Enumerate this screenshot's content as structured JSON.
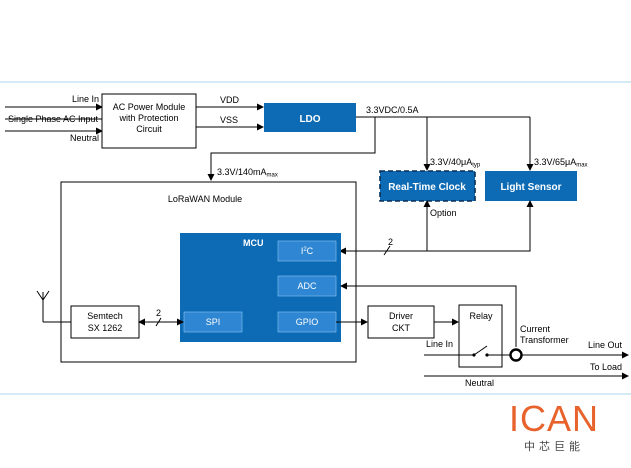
{
  "diagram": {
    "inputs": {
      "line_in": "Line In",
      "single_phase": "Single Phase AC Input",
      "neutral": "Neutral"
    },
    "ac_module": {
      "line1": "AC Power Module",
      "line2": "with Protection",
      "line3": "Circuit"
    },
    "vdd": "VDD",
    "vss": "VSS",
    "ldo": "LDO",
    "ldo_output": "3.3VDC/0.5A",
    "rtc": {
      "label": "Real-Time Clock",
      "supply_main": "3.3V/40μA",
      "supply_sub": "typ",
      "option": "Option"
    },
    "light_sensor": {
      "label": "Light Sensor",
      "supply_main": "3.3V/65μA",
      "supply_sub": "max"
    },
    "lorawan": {
      "supply_main": "3.3V/140mA",
      "supply_sub": "max",
      "title": "LoRaWAN Module"
    },
    "mcu": {
      "title": "MCU",
      "i2c_main": "I",
      "i2c_sup": "2",
      "i2c_tail": "C",
      "adc": "ADC",
      "gpio": "GPIO",
      "spi": "SPI"
    },
    "semtech": {
      "line1": "Semtech",
      "line2": "SX 1262"
    },
    "bus_width_spi": "2",
    "bus_width_i2c": "2",
    "driver": {
      "line1": "Driver",
      "line2": "CKT"
    },
    "relay": "Relay",
    "current_transformer": {
      "line1": "Current",
      "line2": "Transformer"
    },
    "relay_line_in": "Line In",
    "line_out": "Line Out",
    "to_load": "To Load",
    "neutral_bottom": "Neutral"
  },
  "logo": {
    "brand": "ICAN",
    "chinese": "中芯巨能",
    "color": "#e8622c"
  },
  "colors": {
    "block_blue": "#0d6bb5",
    "port_blue": "#2f86d2",
    "rule_line": "#a9d6ef"
  }
}
